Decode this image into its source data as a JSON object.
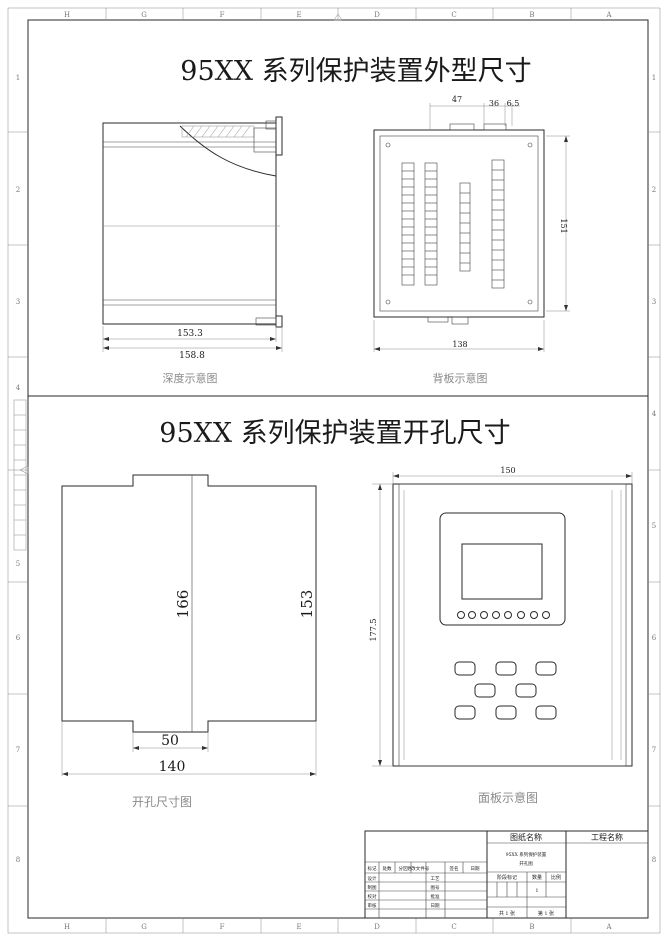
{
  "top_section": {
    "title": "95XX 系列保护装置外型尺寸",
    "depth_view": {
      "caption": "深度示意图",
      "dim_inner": "153.3",
      "dim_outer": "158.8"
    },
    "back_view": {
      "caption": "背板示意图",
      "dim_top_a": "47",
      "dim_top_b": "36",
      "dim_top_c": "6.5",
      "dim_height": "151",
      "dim_width": "138"
    }
  },
  "bottom_section": {
    "title": "95XX 系列保护装置开孔尺寸",
    "cutout_view": {
      "caption": "开孔尺寸图",
      "dim_height_outer": "166",
      "dim_height_inner": "153",
      "dim_notch": "50",
      "dim_width": "140"
    },
    "front_view": {
      "caption": "面板示意图",
      "dim_width": "150",
      "dim_height": "177.5"
    }
  },
  "frame": {
    "zone_letters": [
      "H",
      "G",
      "F",
      "E",
      "D",
      "C",
      "B",
      "A"
    ],
    "zone_numbers": [
      "1",
      "2",
      "3",
      "4",
      "5",
      "6",
      "7",
      "8"
    ]
  },
  "title_block": {
    "drawing_name_label": "图纸名称",
    "project_name_label": "工程名称",
    "drawing_name_line1": "95XX 系列保护装置",
    "drawing_name_line2": "开孔图",
    "headers": [
      "标记",
      "处数",
      "分区",
      "更改文件号",
      "签名",
      "日期"
    ],
    "rows": [
      {
        "role": "设计",
        "field": "工艺"
      },
      {
        "role": "制图",
        "field": "图号"
      },
      {
        "role": "校对",
        "field": "批准"
      },
      {
        "role": "审核",
        "field": "日期"
      }
    ],
    "stage_mark_label": "阶段标记",
    "quantity_label": "数量",
    "scale_label": "比例",
    "quantity_value": "1",
    "sheet_total_text": "共 1 张",
    "sheet_number_text": "第 1 张"
  }
}
